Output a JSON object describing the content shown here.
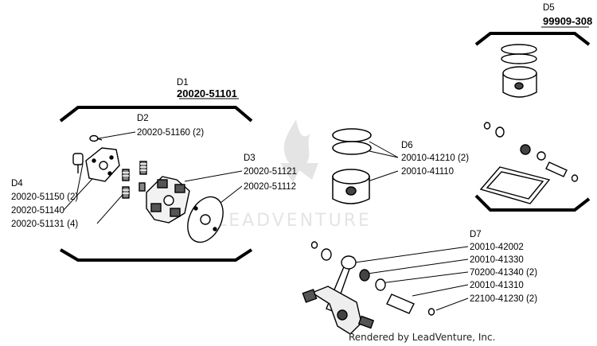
{
  "groups": {
    "d1": {
      "ref": "D1",
      "part": "20020-51101"
    },
    "d2": {
      "ref": "D2",
      "parts": [
        "20020-51160 (2)"
      ]
    },
    "d3": {
      "ref": "D3",
      "parts": [
        "20020-51121",
        "20020-51112"
      ]
    },
    "d4": {
      "ref": "D4",
      "parts": [
        "20020-51150 (2)",
        "20020-51140",
        "20020-51131 (4)"
      ]
    },
    "d5": {
      "ref": "D5",
      "part": "99909-308"
    },
    "d6": {
      "ref": "D6",
      "parts": [
        "20010-41210 (2)",
        "20010-41110"
      ]
    },
    "d7": {
      "ref": "D7",
      "parts": [
        "20010-42002",
        "20010-41330",
        "70200-41340 (2)",
        "20010-41310",
        "22100-41230 (2)"
      ]
    }
  },
  "watermark": {
    "text": "LEADVENTURE"
  },
  "credit": "Rendered by LeadVenture, Inc.",
  "colors": {
    "line": "#000000",
    "watermark": "#d0d0d0",
    "background": "#ffffff"
  }
}
